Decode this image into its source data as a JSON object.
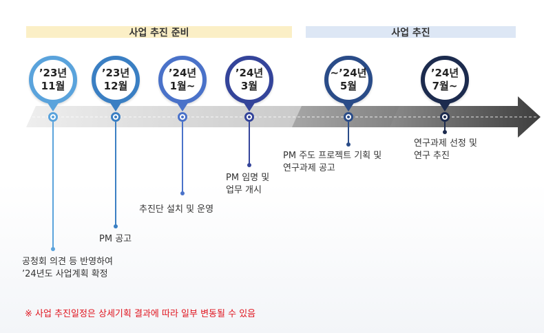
{
  "phases": {
    "prep": "사업 추진 준비",
    "exec": "사업 추진"
  },
  "milestones": [
    {
      "line1": "’23년",
      "line2": "11월",
      "color": "#5aa3dc",
      "event_lines": [
        "공청회 의견 등 반영하여",
        "’24년도 사업계획 확정"
      ]
    },
    {
      "line1": "’23년",
      "line2": "12월",
      "color": "#3a7fc3",
      "event_lines": [
        "PM 공고"
      ]
    },
    {
      "line1": "’24년",
      "line2": "1월~",
      "color": "#4a72c9",
      "event_lines": [
        "추진단 설치 및 운영"
      ]
    },
    {
      "line1": "’24년",
      "line2": "3월",
      "color": "#34449a",
      "event_lines": [
        "PM 임명 및",
        "업무 개시"
      ]
    },
    {
      "line1": "~’24년",
      "line2": "5월",
      "color": "#2a4c88",
      "event_lines": [
        "PM 주도 프로젝트 기획 및",
        "연구과제 공고"
      ]
    },
    {
      "line1": "’24년",
      "line2": "7월~",
      "color": "#1c2b4e",
      "event_lines": [
        "연구과제 선정 및",
        "연구 추진"
      ]
    }
  ],
  "footnote": "※ 사업 추진일정은 상세기획 결과에 따라 일부 변동될 수 있음"
}
